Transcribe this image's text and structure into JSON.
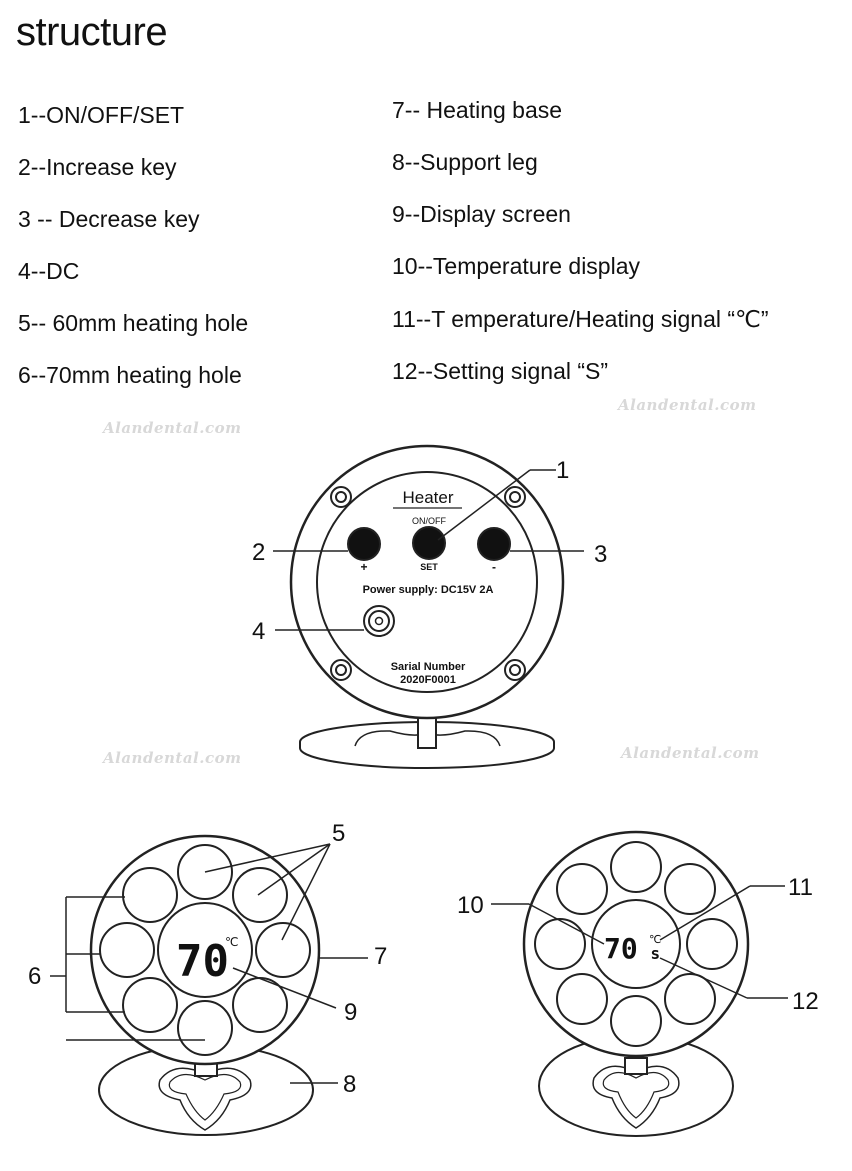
{
  "title": "structure",
  "legend_left": [
    "1--ON/OFF/SET",
    "2--Increase key",
    "3 -- Decrease key",
    "4--DC",
    "5-- 60mm heating hole",
    "6--70mm heating hole"
  ],
  "legend_right": [
    "7-- Heating base",
    "8--Support leg",
    "9--Display screen",
    "10--Temperature display",
    "11--T emperature/Heating signal “℃”",
    "12--Setting signal “S”"
  ],
  "watermark": "Alandental.com",
  "back_panel": {
    "brand": "Heater",
    "onoff": "ON/OFF",
    "set": "SET",
    "plus": "+",
    "minus": "-",
    "power": "Power supply: DC15V  2A",
    "serial_label": "Sarial Number",
    "serial_value": "2020F0001"
  },
  "display": {
    "temperature": "70",
    "unit": "℃",
    "setting": "S"
  },
  "callouts": [
    "1",
    "2",
    "3",
    "4",
    "5",
    "6",
    "7",
    "8",
    "9",
    "10",
    "11",
    "12"
  ]
}
